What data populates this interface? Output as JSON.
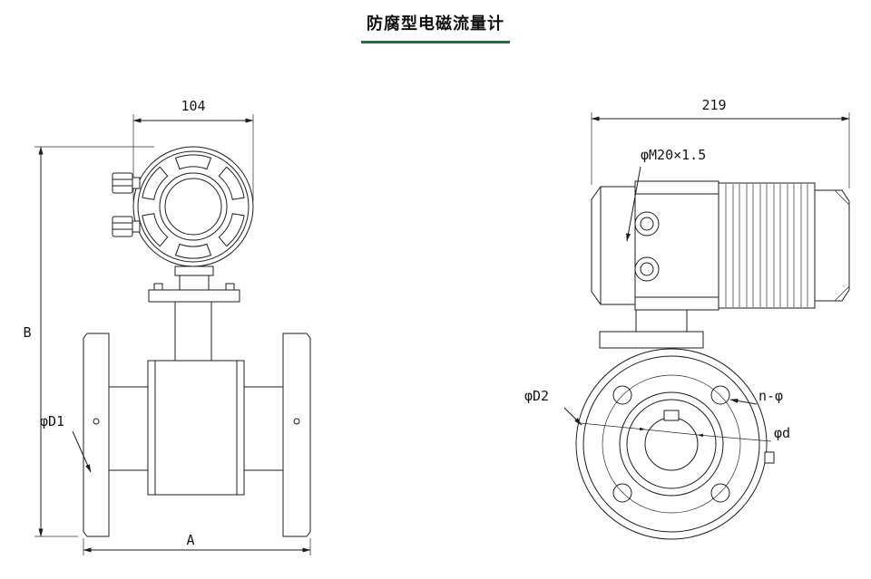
{
  "title": "防腐型电磁流量计",
  "accent_color": "#1c713b",
  "front_view": {
    "dim_width_top": "104",
    "dim_height": "B",
    "dim_flange_diameter": "φD1",
    "dim_width_bottom": "A"
  },
  "side_view": {
    "dim_width_top": "219",
    "thread_label": "φM20×1.5",
    "dim_outer_diameter": "φD2",
    "bolt_holes_label": "n-φ",
    "dim_bore_diameter": "φd"
  }
}
